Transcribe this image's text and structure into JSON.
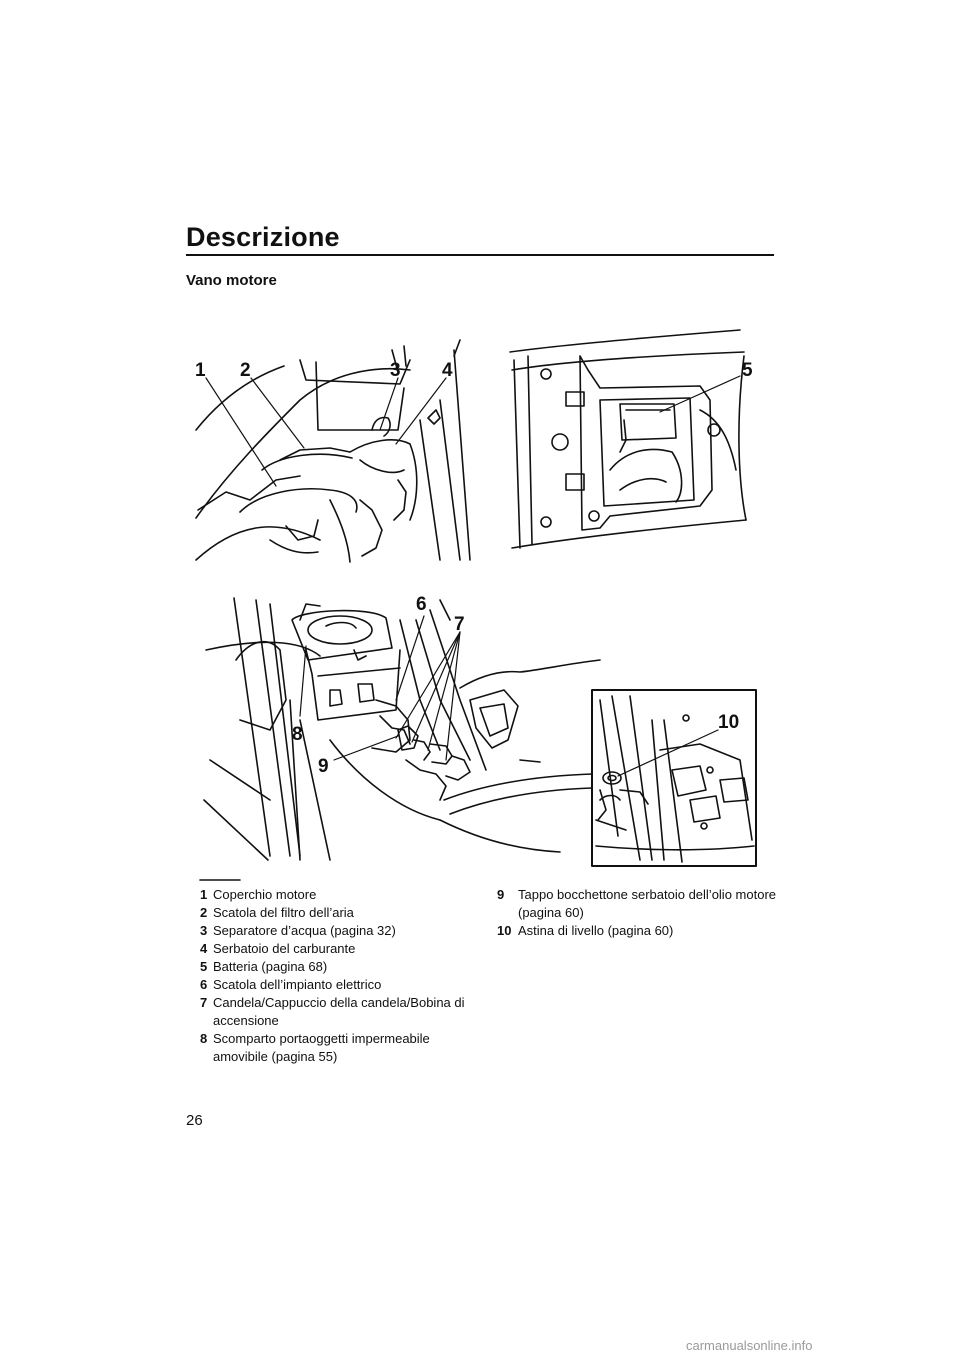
{
  "header": {
    "title": "Descrizione"
  },
  "section": {
    "title": "Vano motore"
  },
  "callouts": [
    "1",
    "2",
    "3",
    "4",
    "5",
    "6",
    "7",
    "8",
    "9",
    "10"
  ],
  "legend": {
    "left": [
      {
        "num": "1",
        "text": "Coperchio motore"
      },
      {
        "num": "2",
        "text": "Scatola del filtro dell’aria"
      },
      {
        "num": "3",
        "text": "Separatore d’acqua (pagina 32)"
      },
      {
        "num": "4",
        "text": "Serbatoio del carburante"
      },
      {
        "num": "5",
        "text": "Batteria (pagina 68)"
      },
      {
        "num": "6",
        "text": "Scatola dell’impianto elettrico"
      },
      {
        "num": "7",
        "text": "Candela/Cappuccio della candela/Bobina di accensione"
      },
      {
        "num": "8",
        "text": "Scomparto portaoggetti impermeabile amovibile (pagina 55)"
      }
    ],
    "right": [
      {
        "num": "9",
        "text": "Tappo bocchettone serbatoio dell’olio motore (pagina 60)"
      },
      {
        "num": "10",
        "text": "Astina di livello (pagina 60)"
      }
    ]
  },
  "footer": {
    "page_number": "26",
    "watermark": "carmanualsonline.info"
  }
}
